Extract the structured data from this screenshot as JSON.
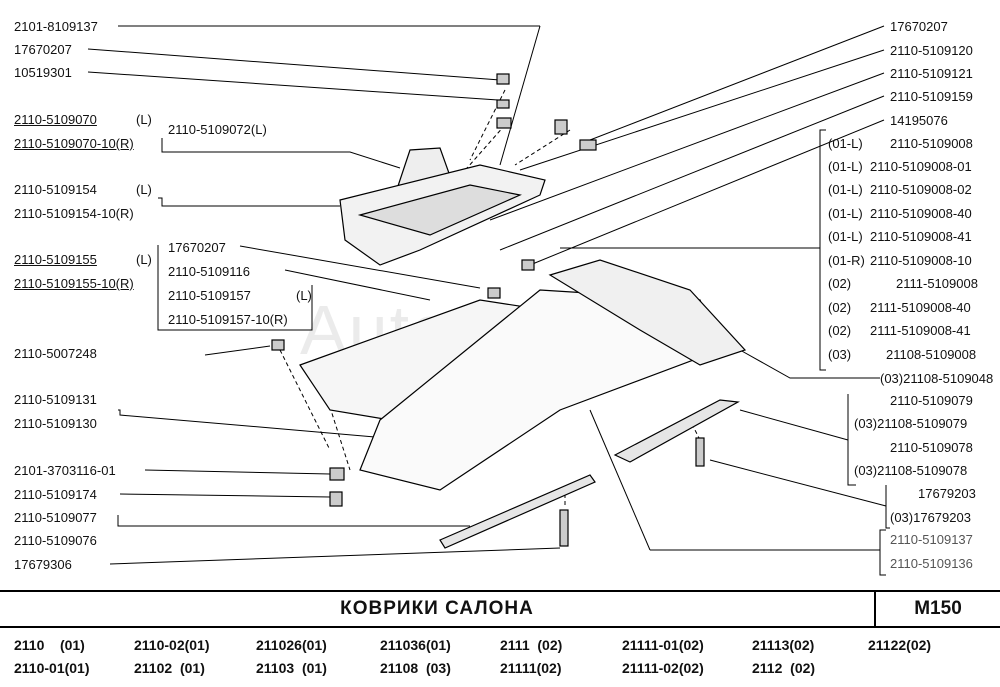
{
  "watermark": "AutoSoft",
  "title": "КОВРИКИ  САЛОНА",
  "sheet_code": "M150",
  "left_labels": [
    {
      "t": "2101-8109137"
    },
    {
      "t": "17670207"
    },
    {
      "t": "10519301"
    },
    {
      "t": "2110-5109070"
    },
    {
      "t": "(L)"
    },
    {
      "t": "2110-5109070-10(R)"
    },
    {
      "t": "2110-5109072(L)"
    },
    {
      "t": "2110-5109154"
    },
    {
      "t": "(L)"
    },
    {
      "t": "2110-5109154-10(R)"
    },
    {
      "t": "17670207"
    },
    {
      "t": "2110-5109155"
    },
    {
      "t": "(L)"
    },
    {
      "t": "2110-5109116"
    },
    {
      "t": "2110-5109155-10(R)"
    },
    {
      "t": "2110-5109157"
    },
    {
      "t": "(L)"
    },
    {
      "t": "2110-5109157-10(R)"
    },
    {
      "t": "2110-5007248"
    },
    {
      "t": "2110-5109131"
    },
    {
      "t": "2110-5109130"
    },
    {
      "t": "2101-3703116-01"
    },
    {
      "t": "2110-5109174"
    },
    {
      "t": "2110-5109077"
    },
    {
      "t": "2110-5109076"
    },
    {
      "t": "17679306"
    }
  ],
  "right_labels": [
    {
      "t": "17670207"
    },
    {
      "t": "2110-5109120"
    },
    {
      "t": "2110-5109121"
    },
    {
      "t": "2110-5109159"
    },
    {
      "t": "14195076"
    }
  ],
  "right_group": [
    {
      "p": "(01-L)",
      "n": "2110-5109008"
    },
    {
      "p": "(01-L)",
      "n": "2110-5109008-01"
    },
    {
      "p": "(01-L)",
      "n": "2110-5109008-02"
    },
    {
      "p": "(01-L)",
      "n": "2110-5109008-40"
    },
    {
      "p": "(01-L)",
      "n": "2110-5109008-41"
    },
    {
      "p": "(01-R)",
      "n": "2110-5109008-10"
    },
    {
      "p": "(02)",
      "n": "2111-5109008"
    },
    {
      "p": "(02)",
      "n": "2111-5109008-40"
    },
    {
      "p": "(02)",
      "n": "2111-5109008-41"
    },
    {
      "p": "(03)",
      "n": "21108-5109008"
    }
  ],
  "right_lower": [
    {
      "t": "(03)21108-5109048"
    },
    {
      "t": "2110-5109079"
    },
    {
      "t": "(03)21108-5109079"
    },
    {
      "t": "2110-5109078"
    },
    {
      "t": "(03)21108-5109078"
    },
    {
      "t": "17679203"
    },
    {
      "t": "(03)17679203"
    },
    {
      "t": "2110-5109137"
    },
    {
      "t": "2110-5109136"
    }
  ],
  "models": [
    [
      "2110",
      "(01)"
    ],
    [
      "2110-02(01)",
      ""
    ],
    [
      "211026(01)",
      ""
    ],
    [
      "211036(01)",
      ""
    ],
    [
      "2111",
      "(02)"
    ],
    [
      "21111-01(02)",
      ""
    ],
    [
      "21113(02)",
      ""
    ],
    [
      "21122(02)",
      ""
    ],
    [
      "2110-01(01)",
      ""
    ],
    [
      "21102",
      "(01)"
    ],
    [
      "21103",
      "(01)"
    ],
    [
      "21108",
      "(03)"
    ],
    [
      "21111(02)",
      ""
    ],
    [
      "21111-02(02)",
      ""
    ],
    [
      "2112",
      "(02)"
    ]
  ]
}
